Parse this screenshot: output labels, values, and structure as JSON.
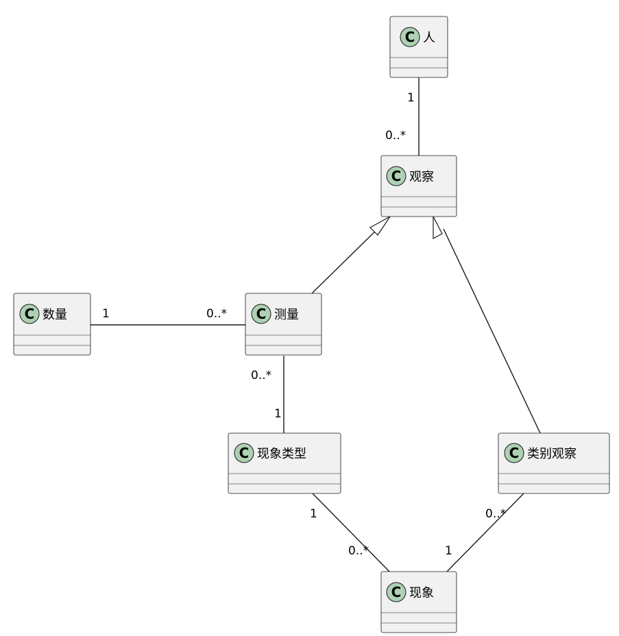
{
  "classes": {
    "person": {
      "name": "人",
      "icon": "C"
    },
    "observation": {
      "name": "观察",
      "icon": "C"
    },
    "quantity": {
      "name": "数量",
      "icon": "C"
    },
    "measurement": {
      "name": "测量",
      "icon": "C"
    },
    "phenomenon_type": {
      "name": "现象类型",
      "icon": "C"
    },
    "category_observation": {
      "name": "类别观察",
      "icon": "C"
    },
    "phenomenon": {
      "name": "现象",
      "icon": "C"
    }
  },
  "associations": {
    "person_observation": {
      "source": "1",
      "target": "0..*"
    },
    "quantity_measurement": {
      "source": "1",
      "target": "0..*"
    },
    "measurement_phenomenon_type": {
      "source": "0..*",
      "target": "1"
    },
    "phenomenon_type_phenomenon": {
      "source": "1",
      "target": "0..*"
    },
    "category_observation_phenomenon": {
      "source": "0..*",
      "target": "1"
    }
  },
  "colors": {
    "class_fill": "#f1f1f1",
    "class_border": "#181818",
    "icon_fill": "#add1b2"
  }
}
